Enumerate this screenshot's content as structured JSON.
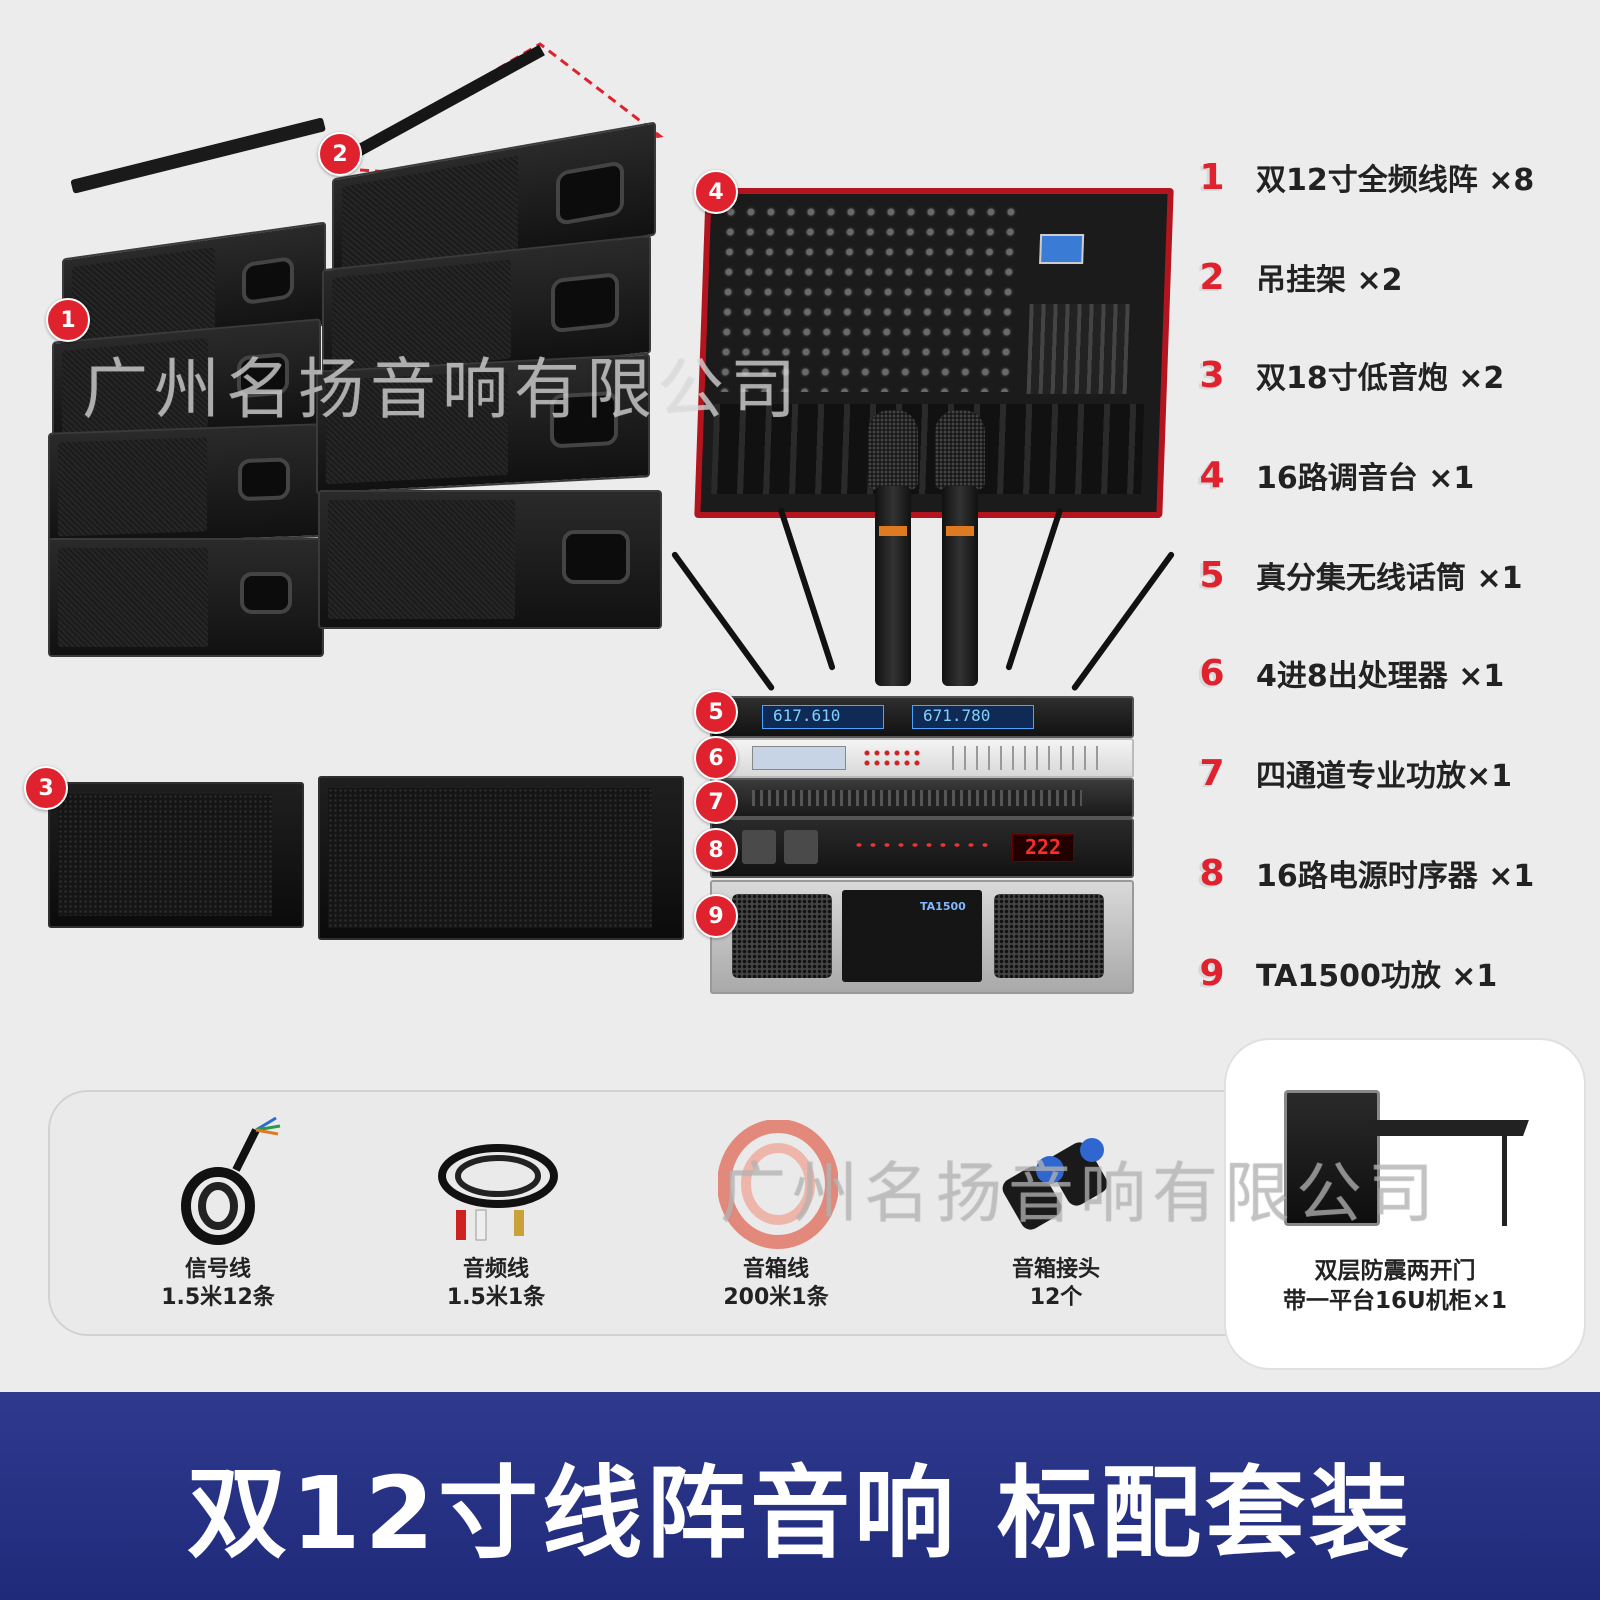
{
  "watermark": "广州名扬音响有限公司",
  "components": [
    {
      "num": "1",
      "label": "双12寸全频线阵 ×8"
    },
    {
      "num": "2",
      "label": "吊挂架 ×2"
    },
    {
      "num": "3",
      "label": "双18寸低音炮 ×2"
    },
    {
      "num": "4",
      "label": "16路调音台 ×1"
    },
    {
      "num": "5",
      "label": "真分集无线话筒 ×1"
    },
    {
      "num": "6",
      "label": "4进8出处理器 ×1"
    },
    {
      "num": "7",
      "label": "四通道专业功放×1"
    },
    {
      "num": "8",
      "label": "16路电源时序器 ×1"
    },
    {
      "num": "9",
      "label": "TA1500功放 ×1"
    }
  ],
  "accessories": [
    {
      "name": "信号线",
      "qty": "1.5米12条"
    },
    {
      "name": "音频线",
      "qty": "1.5米1条"
    },
    {
      "name": "音箱线",
      "qty": "200米1条"
    },
    {
      "name": "音箱接头",
      "qty": "12个"
    }
  ],
  "cabinet": {
    "line1": "双层防震两开门",
    "line2": "带一平台16U机柜×1"
  },
  "banner": {
    "title": "双12寸线阵音响 标配套装"
  },
  "displays": {
    "mic_a": "617.610",
    "mic_b": "671.780",
    "sequencer": "222",
    "amp_model": "TA1500"
  },
  "colors": {
    "accent": "#e0222f",
    "banner_top": "#2f3a8f",
    "banner_bottom": "#1f2a7a"
  }
}
